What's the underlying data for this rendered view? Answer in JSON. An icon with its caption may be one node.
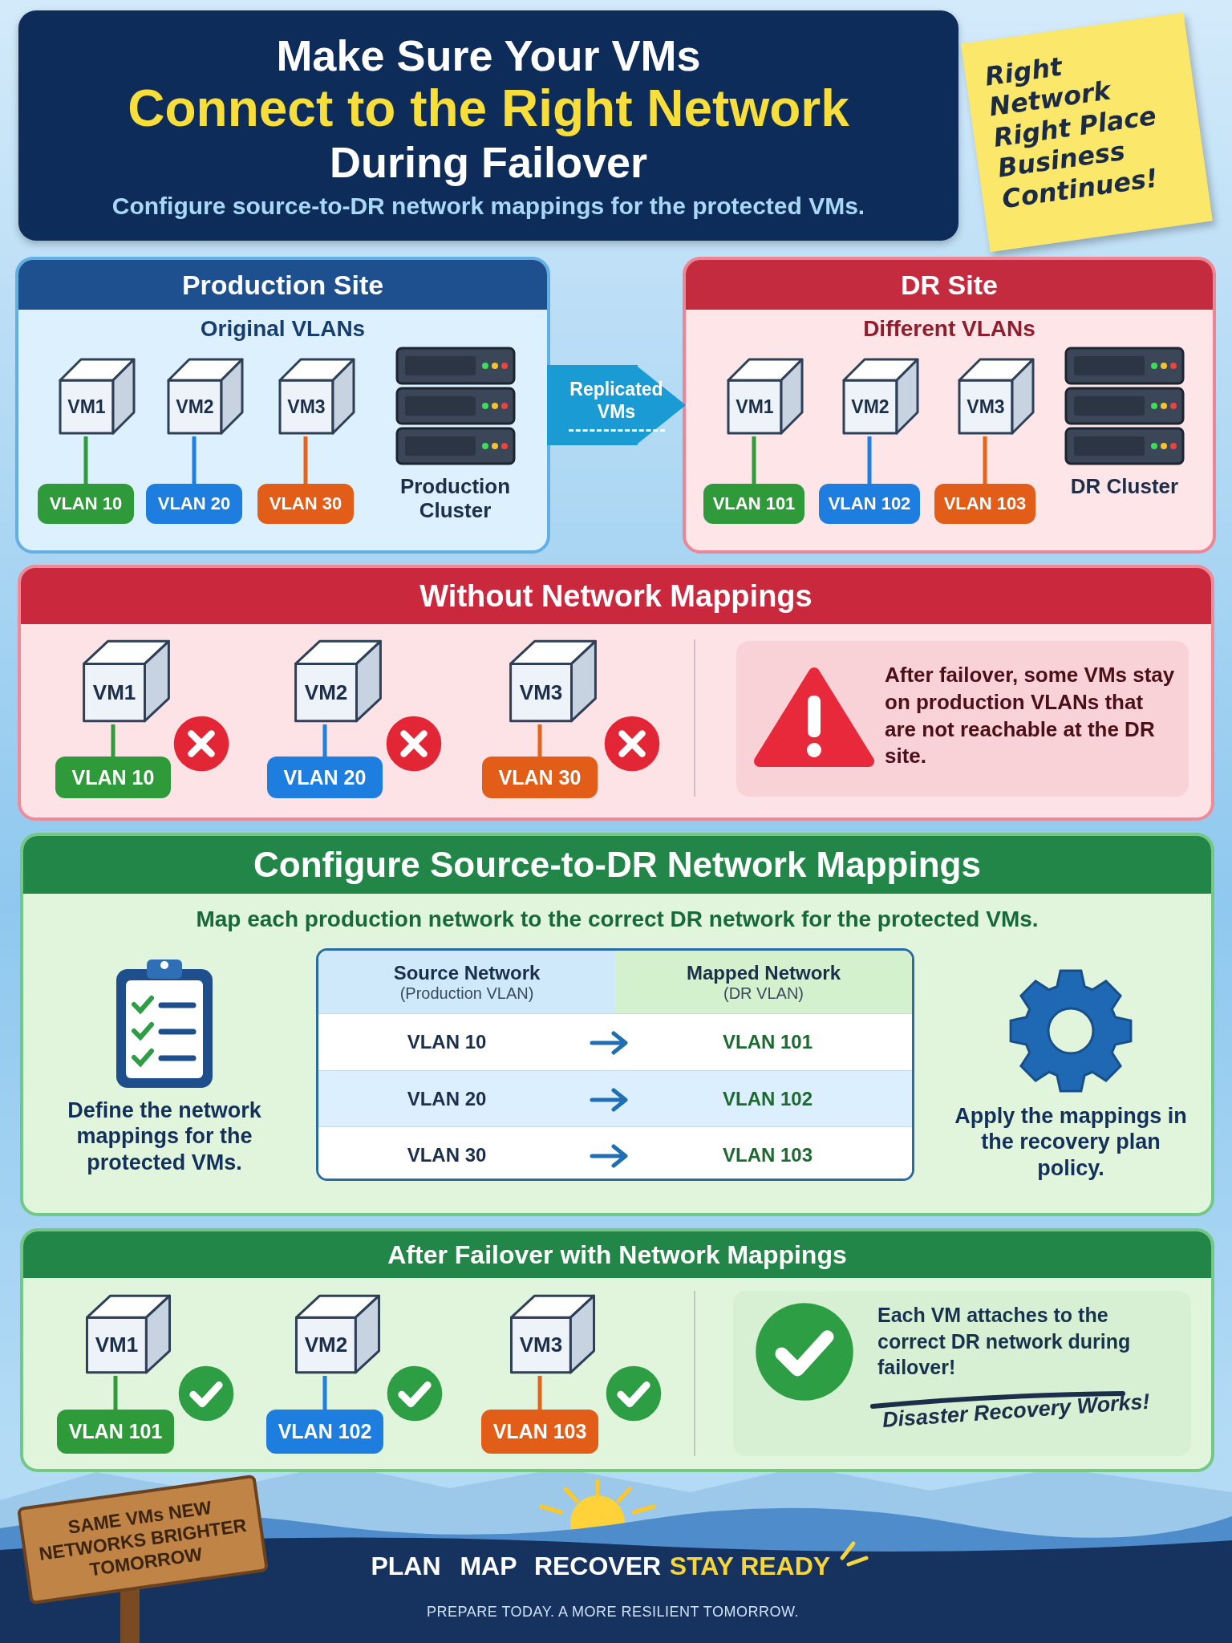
{
  "diagram": {
    "nodes": [
      {
        "text": [
          "Make Sure Your VMs",
          "Connect to the Right Network",
          "During Failover",
          "Configure source-to-DR network mappings for the protected VMs."
        ]
      },
      {
        "text": [
          "Right Network Right Place Business Continues!"
        ]
      },
      {
        "text": [
          "Production Site",
          "Original VLANs"
        ]
      },
      {
        "text": [
          "VM1"
        ],
        "in": 2
      },
      {
        "text": [
          "VM2"
        ],
        "in": 2
      },
      {
        "text": [
          "VM3"
        ],
        "in": 2
      },
      {
        "text": [
          "VLAN 10"
        ],
        "in": 2
      },
      {
        "text": [
          "VLAN 20"
        ],
        "in": 2
      },
      {
        "text": [
          "VLAN 30"
        ],
        "in": 2
      },
      {
        "text": [
          "Production Cluster"
        ],
        "in": 2
      },
      {
        "text": [
          "DR Site",
          "Different VLANs"
        ]
      },
      {
        "text": [
          "VM1"
        ],
        "in": 10
      },
      {
        "text": [
          "VM2"
        ],
        "in": 10
      },
      {
        "text": [
          "VM3"
        ],
        "in": 10
      },
      {
        "text": [
          "VLAN 101"
        ],
        "in": 10
      },
      {
        "text": [
          "VLAN 102"
        ],
        "in": 10
      },
      {
        "text": [
          "VLAN 103"
        ],
        "in": 10
      },
      {
        "text": [
          "DR Cluster"
        ],
        "in": 10
      },
      {
        "text": [
          "Without Network Mappings"
        ]
      },
      {
        "text": [
          "VM1"
        ],
        "in": 18
      },
      {
        "text": [
          "VM2"
        ],
        "in": 18
      },
      {
        "text": [
          "VM3"
        ],
        "in": 18
      },
      {
        "text": [
          "VLAN 10"
        ],
        "in": 18
      },
      {
        "text": [
          "VLAN 20"
        ],
        "in": 18
      },
      {
        "text": [
          "VLAN 30"
        ],
        "in": 18
      },
      {
        "text": [
          "After failover, some VMs stay on production VLANs that are not reachable at the DR site."
        ],
        "in": 18
      },
      {
        "text": [
          "Configure Source-to-DR Network Mappings",
          "Map each production network to the correct DR network for the protected VMs."
        ]
      },
      {
        "text": [
          "Define the network mappings for the protected VMs."
        ],
        "in": 26
      },
      {
        "text": [
          "Apply the mappings in the recovery plan policy."
        ],
        "in": 26
      },
      {
        "text": [
          "After Failover with Network Mappings"
        ]
      },
      {
        "text": [
          "VM1"
        ],
        "in": 29
      },
      {
        "text": [
          "VM2"
        ],
        "in": 29
      },
      {
        "text": [
          "VM3"
        ],
        "in": 29
      },
      {
        "text": [
          "VLAN 101"
        ],
        "in": 29
      },
      {
        "text": [
          "VLAN 102"
        ],
        "in": 29
      },
      {
        "text": [
          "VLAN 103"
        ],
        "in": 29
      },
      {
        "text": [
          "Each VM attaches to the correct DR network during failover!",
          "Disaster Recovery Works!"
        ],
        "in": 29
      },
      {
        "text": [
          "SAME VMs NEW NETWORKS BRIGHTER TOMORROW"
        ]
      }
    ],
    "edges": [
      {
        "from": 3,
        "to": 6,
        "arrow": "none",
        "color": "#2e9b3c"
      },
      {
        "from": 4,
        "to": 7,
        "arrow": "none",
        "color": "#1f7fe0"
      },
      {
        "from": 5,
        "to": 8,
        "arrow": "none",
        "color": "#e5641c"
      },
      {
        "from": 2,
        "to": 10,
        "arrow": "to",
        "label": "Replicated VMs",
        "style": "thick",
        "color": "#1a9bd3"
      },
      {
        "from": 11,
        "to": 14,
        "arrow": "none",
        "color": "#2e9b3c"
      },
      {
        "from": 12,
        "to": 15,
        "arrow": "none",
        "color": "#1f7fe0"
      },
      {
        "from": 13,
        "to": 16,
        "arrow": "none",
        "color": "#e5641c"
      },
      {
        "from": 19,
        "to": 22,
        "arrow": "none",
        "color": "#2e9b3c"
      },
      {
        "from": 20,
        "to": 23,
        "arrow": "none",
        "color": "#1f7fe0"
      },
      {
        "from": 21,
        "to": 24,
        "arrow": "none",
        "color": "#e5641c"
      },
      {
        "from": 30,
        "to": 33,
        "arrow": "none",
        "color": "#2e9b3c"
      },
      {
        "from": 31,
        "to": 34,
        "arrow": "none",
        "color": "#1f7fe0"
      },
      {
        "from": 32,
        "to": 35,
        "arrow": "none",
        "color": "#e5641c"
      }
    ],
    "labels": [
      "Source Network",
      "(Production VLAN)",
      "Mapped Network",
      "(DR VLAN)",
      "VLAN 10",
      "VLAN 101",
      "VLAN 20",
      "VLAN 102",
      "VLAN 30",
      "VLAN 103",
      "PLAN",
      "MAP",
      "RECOVER",
      "STAY READY",
      "PREPARE TODAY. A MORE RESILIENT TOMORROW."
    ]
  }
}
